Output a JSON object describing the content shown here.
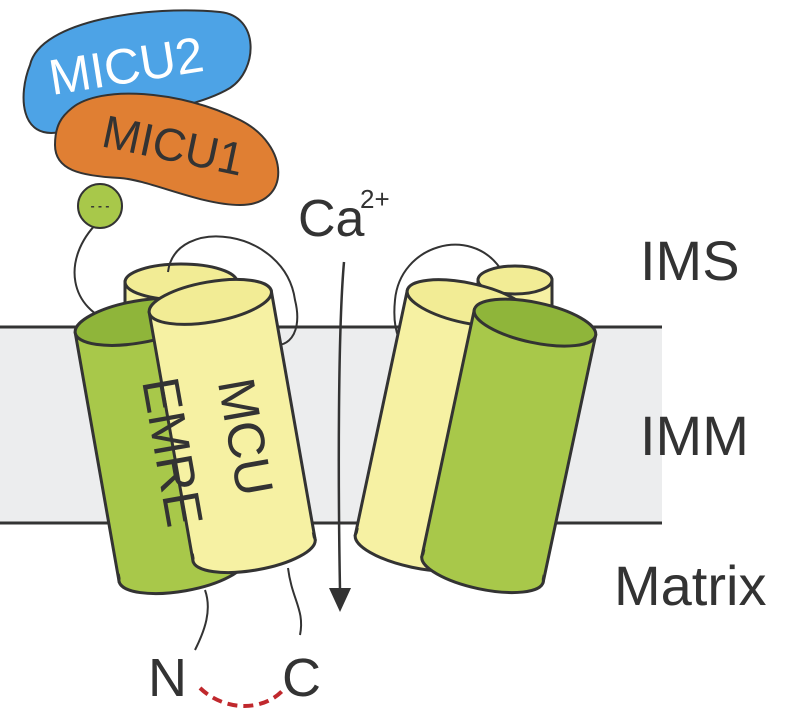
{
  "labels": {
    "micu2": "MICU2",
    "micu1": "MICU1",
    "acidic_patch": "- - -",
    "ion": "Ca",
    "ion_charge": "2+",
    "ims": "IMS",
    "imm": "IMM",
    "matrix": "Matrix",
    "emre": "EMRE",
    "mcu": "MCU",
    "n_terminus": "N",
    "c_terminus": "C"
  },
  "colors": {
    "micu2": "#4da3e6",
    "micu1": "#e07f33",
    "green": "#a8c84a",
    "green_top": "#8fb53a",
    "yellow": "#f6f1a3",
    "yellow_top": "#f2ec95",
    "membrane": "#ecedee",
    "dashed_link": "#c0282d",
    "outline": "#333333"
  }
}
